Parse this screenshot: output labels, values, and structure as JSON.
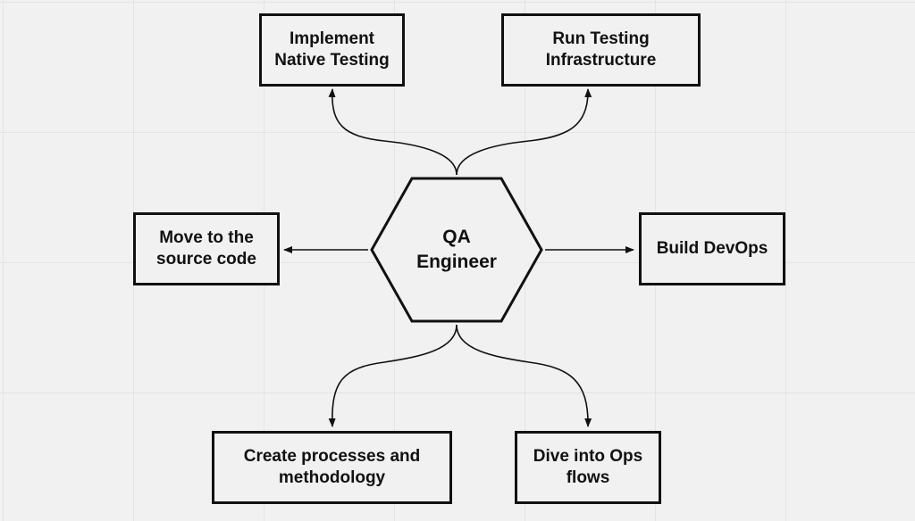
{
  "diagram": {
    "center": {
      "label": "QA\nEngineer",
      "shape": "hexagon"
    },
    "nodes": [
      {
        "id": "implement-native-testing",
        "label": "Implement\nNative Testing"
      },
      {
        "id": "run-testing-infrastructure",
        "label": "Run Testing\nInfrastructure"
      },
      {
        "id": "move-to-source-code",
        "label": "Move to the\nsource code"
      },
      {
        "id": "build-devops",
        "label": "Build DevOps"
      },
      {
        "id": "create-processes",
        "label": "Create processes and\nmethodology"
      },
      {
        "id": "dive-into-ops",
        "label": "Dive into Ops\nflows"
      }
    ],
    "edges": [
      {
        "from": "QA Engineer",
        "to": "Implement Native Testing"
      },
      {
        "from": "QA Engineer",
        "to": "Run Testing Infrastructure"
      },
      {
        "from": "QA Engineer",
        "to": "Move to the source code"
      },
      {
        "from": "QA Engineer",
        "to": "Build DevOps"
      },
      {
        "from": "QA Engineer",
        "to": "Create processes and methodology"
      },
      {
        "from": "QA Engineer",
        "to": "Dive into Ops flows"
      }
    ],
    "colors": {
      "background": "#f1f1f1",
      "grid": "#e4e4e4",
      "stroke": "#111111"
    }
  }
}
